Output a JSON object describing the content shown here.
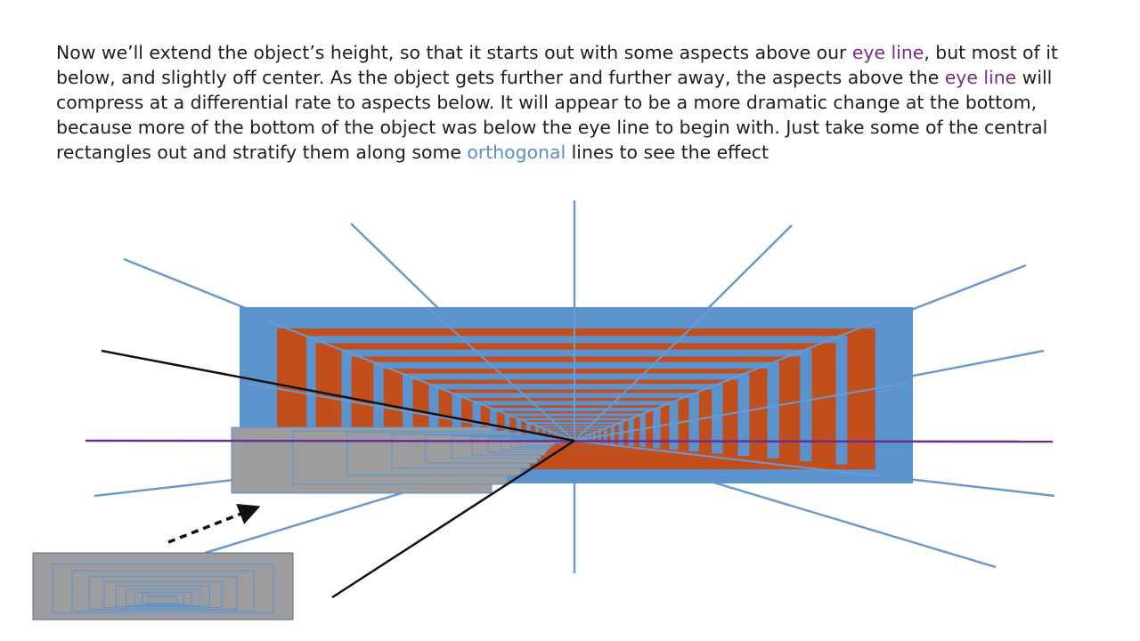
{
  "caption": {
    "part1": "Now we’ll extend the object’s height, so that it starts out with some aspects above our ",
    "term_eye_line_1": "eye line",
    "part2": ", but most of it below, and slightly off center.  As the object gets further and further away, the aspects above the ",
    "term_eye_line_2": "eye line",
    "part3": " will compress at a differential rate to aspects below.  It will appear to be a more dramatic change at the bottom, because more of the bottom of the object was below the eye line to begin with.  Just take some of the central rectangles out and stratify them along some ",
    "term_orthogonal": "orthogonal",
    "part4": " lines to see the effect"
  },
  "colors": {
    "text": "#1e1e1e",
    "eye_line_term": "#7a2a8c",
    "orthogonal_term": "#5b8ec4",
    "orthogonal_lines": "#6a9bcc",
    "object_blue": "#5b93cf",
    "object_orange": "#c24e1c",
    "eye_line": "#6a2e92",
    "sight_lines": "#111111",
    "gray_rectangles": "#9d9d9f"
  }
}
